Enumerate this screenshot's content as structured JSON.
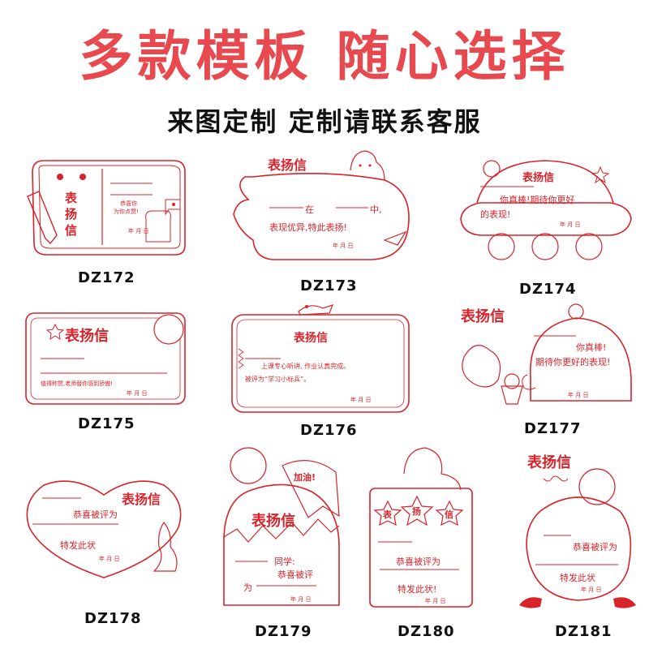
{
  "headline": "多款模板  随心选择",
  "subline": "来图定制  定制请联系客服",
  "colors": {
    "accent": "#d8232a",
    "headline": "#e8494f",
    "text": "#111111"
  },
  "cards": {
    "dz172": {
      "code": "DZ172",
      "title": "表扬信",
      "line1": "恭喜你",
      "line2": "为你点赞!",
      "date": "年 月 日"
    },
    "dz173": {
      "code": "DZ173",
      "title": "表扬信",
      "zai": "在",
      "zhong": "中,",
      "line2": "表现优异,特此表扬!",
      "date": "年 月 日"
    },
    "dz174": {
      "code": "DZ174",
      "title": "表扬信",
      "line1": "你真棒!期待你更好",
      "line2": "的表现!",
      "date": "年 月 日"
    },
    "dz175": {
      "code": "DZ175",
      "title": "表扬信",
      "line": "值得称赞,老师替你感到骄傲!",
      "date": "年 月 日"
    },
    "dz176": {
      "code": "DZ176",
      "title": "表扬信",
      "line1": "上课专心听讲, 作业认真完成。",
      "line2": "被评为“学习小标兵”。",
      "date": "年 月 日"
    },
    "dz177": {
      "code": "DZ177",
      "title": "表扬信",
      "line1": "你真棒!",
      "line2": "期待你更好的表现!",
      "date": "年 月 日"
    },
    "dz178": {
      "code": "DZ178",
      "title": "表扬信",
      "line1": "恭喜被评为",
      "line2": "特发此状",
      "date": "年 月 日"
    },
    "dz179": {
      "code": "DZ179",
      "title": "表扬信",
      "cheer": "加油!",
      "line1": "同学:",
      "line2": "恭喜被评",
      "wei": "为",
      "date": "年 月 日"
    },
    "dz180": {
      "code": "DZ180",
      "title_chars": [
        "表",
        "扬",
        "信"
      ],
      "line1": "恭喜被评为",
      "line2": "特发此状!",
      "date": "年 月 日"
    },
    "dz181": {
      "code": "DZ181",
      "title": "表扬信",
      "line1": "恭喜被评为",
      "line2": "特发此状",
      "date": "年 月 日"
    }
  }
}
